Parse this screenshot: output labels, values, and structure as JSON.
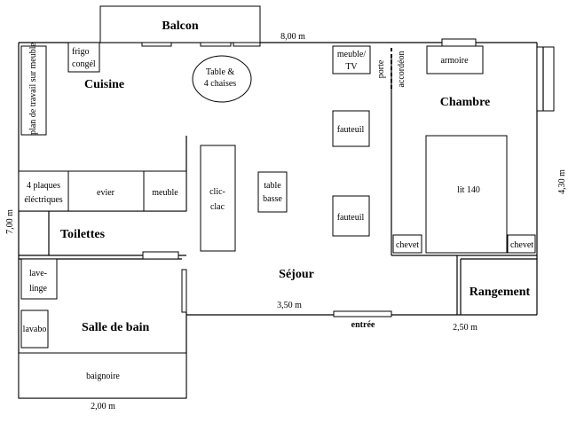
{
  "rooms": {
    "balcon": "Balcon",
    "cuisine": "Cuisine",
    "chambre": "Chambre",
    "toilettes": "Toilettes",
    "sejour": "Séjour",
    "rangement": "Rangement",
    "salle_de_bain": "Salle de bain"
  },
  "furniture": {
    "plan_travail": "plan de travail sur meuble",
    "frigo_line1": "frigo",
    "frigo_line2": "congél",
    "table_line1": "Table &",
    "table_line2": "4 chaises",
    "meuble_tv_line1": "meuble/",
    "meuble_tv_line2": "TV",
    "porte_accordeon_line1": "porte",
    "porte_accordeon_line2": "accordéon",
    "armoire": "armoire",
    "fauteuil_top": "fauteuil",
    "fauteuil_bottom": "fauteuil",
    "plaques_line1": "4 plaques",
    "plaques_line2": "éléctriques",
    "evier": "evier",
    "meuble_cuisine": "meuble",
    "clic_line1": "clic-",
    "clic_line2": "clac",
    "table_basse_line1": "table",
    "table_basse_line2": "basse",
    "lit": "lit 140",
    "chevet_left": "chevet",
    "chevet_right": "chevet",
    "lave_line1": "lave-",
    "lave_line2": "linge",
    "lavabo": "lavabo",
    "baignoire": "baignoire"
  },
  "labels": {
    "entree": "entrée"
  },
  "dimensions": {
    "top": "8,00 m",
    "right": "4,30 m",
    "left": "7,00 m",
    "sejour": "3,50 m",
    "rangement": "2,50 m",
    "bottom": "2,00 m"
  }
}
